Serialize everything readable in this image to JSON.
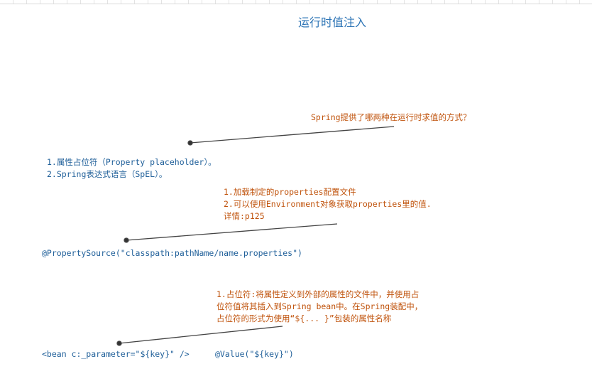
{
  "title": "运行时值注入",
  "colors": {
    "title": "#2e75b6",
    "node_text": "#1f5f99",
    "note_text": "#c0530c",
    "connector": "#444444"
  },
  "nodes": [
    {
      "lines": [
        "1.属性占位符（Property placeholder）。",
        "2.Spring表达式语言（SpEL）。"
      ],
      "note": [
        "Spring提供了哪两种在运行时求值的方式？"
      ]
    },
    {
      "lines": [
        "@PropertySource(\"classpath:pathName/name.properties\")"
      ],
      "note": [
        "1.加载制定的properties配置文件",
        "2.可以使用Environment对象获取properties里的值.",
        "详情:p125"
      ]
    },
    {
      "lines": [
        "<bean c:_parameter=\"${key}\" />",
        "@Value(\"${key}\")"
      ],
      "note": [
        "1.占位符:将属性定义到外部的属性的文件中，并使用占",
        "位符值将其插入到Spring bean中。在Spring装配中，",
        "占位符的形式为使用“${... }”包装的属性名称"
      ]
    }
  ]
}
